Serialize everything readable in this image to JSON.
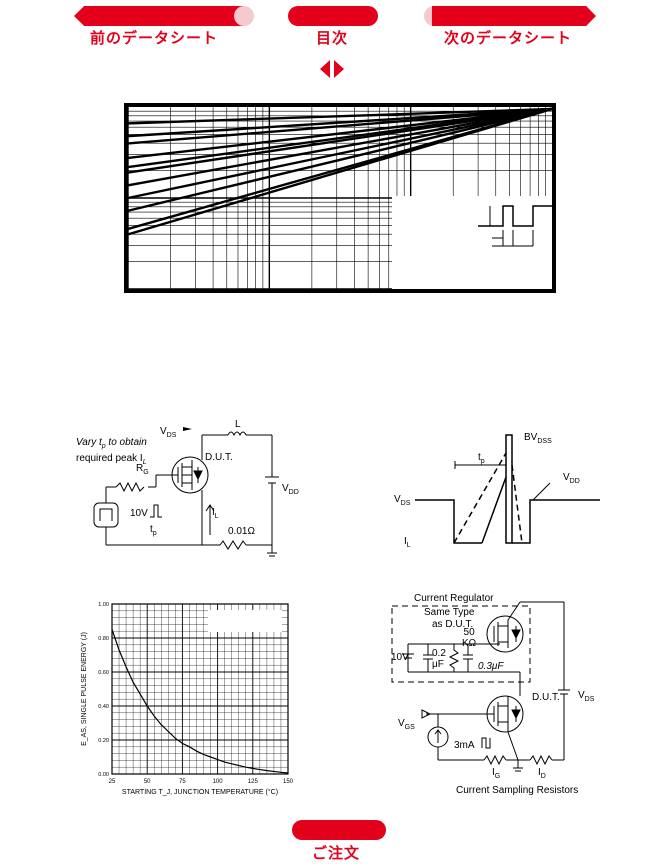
{
  "nav": {
    "prev": "前のデータシート",
    "toc": "目次",
    "next": "次のデータシート",
    "order": "ご注文"
  },
  "ucl_circuit": {
    "note_line1": "Vary t",
    "note_sub": "p",
    "note_line1b": " to obtain",
    "note_line2": "required peak I",
    "note_line2_sub": "L",
    "vds": "V",
    "vds_sub": "DS",
    "l": "L",
    "dut": "D.U.T.",
    "rg": "R",
    "rg_sub": "G",
    "vdd": "V",
    "vdd_sub": "DD",
    "il": "I",
    "il_sub": "L",
    "pulse": "10V",
    "tp": "t",
    "tp_sub": "p",
    "res": "0.01Ω"
  },
  "ucl_waveform": {
    "bvdss": "BV",
    "bvdss_sub": "DSS",
    "tp": "t",
    "tp_sub": "p",
    "vdd": "V",
    "vdd_sub": "DD",
    "vds": "V",
    "vds_sub": "DS",
    "il": "I",
    "il_sub": "L"
  },
  "gate_circuit": {
    "title": "Current Regulator",
    "same1": "Same Type",
    "same2": "as D.U.T.",
    "r50": "50",
    "rk": "KΩ",
    "v10": "10V",
    "c02": "0.2",
    "c02u": "μF",
    "c03": "0.3μF",
    "dut": "D.U.T.",
    "vds": "V",
    "vds_sub": "DS",
    "vgs": "V",
    "vgs_sub": "GS",
    "ma": "3mA",
    "ig": "I",
    "ig_sub": "G",
    "id": "I",
    "id_sub": "D",
    "caption": "Current Sampling Resistors"
  },
  "chart_data": {
    "type": "line",
    "ylabel": "E_AS, SINGLE PULSE ENERGY (J)",
    "xlabel": "STARTING T_J, JUNCTION TEMPERATURE (°C)",
    "x_ticks": [
      "25",
      "50",
      "75",
      "100",
      "125",
      "150"
    ],
    "y_ticks": [
      "0.00",
      "0.20",
      "0.40",
      "0.60",
      "0.80",
      "1.00"
    ],
    "xlim": [
      25,
      150
    ],
    "ylim": [
      0,
      1.0
    ],
    "grid": true,
    "series": [
      {
        "x": [
          25,
          30,
          35,
          40,
          45,
          50,
          55,
          60,
          65,
          70,
          75,
          80,
          85,
          90,
          95,
          100,
          105,
          110,
          115,
          120,
          125,
          130,
          135,
          140,
          145,
          150
        ],
        "y": [
          0.85,
          0.73,
          0.63,
          0.54,
          0.47,
          0.4,
          0.34,
          0.29,
          0.25,
          0.21,
          0.18,
          0.16,
          0.135,
          0.115,
          0.1,
          0.085,
          0.07,
          0.06,
          0.05,
          0.04,
          0.033,
          0.026,
          0.02,
          0.015,
          0.01,
          0.006
        ]
      }
    ]
  },
  "soa_chart": {
    "type": "line",
    "series": [
      {
        "y": [
          0.3,
          0.07
        ]
      },
      {
        "y": [
          0.33,
          0.07
        ]
      },
      {
        "y": [
          0.43,
          0.08
        ]
      },
      {
        "y": [
          0.5,
          0.08
        ]
      },
      {
        "y": [
          0.57,
          0.07
        ]
      },
      {
        "y": [
          0.64,
          0.07
        ]
      },
      {
        "y": [
          0.67,
          0.07
        ]
      },
      {
        "y": [
          0.72,
          0.06
        ]
      },
      {
        "y": [
          0.8,
          0.05
        ]
      },
      {
        "y": [
          0.84,
          0.05
        ]
      },
      {
        "y": [
          0.91,
          0.05
        ]
      }
    ]
  }
}
